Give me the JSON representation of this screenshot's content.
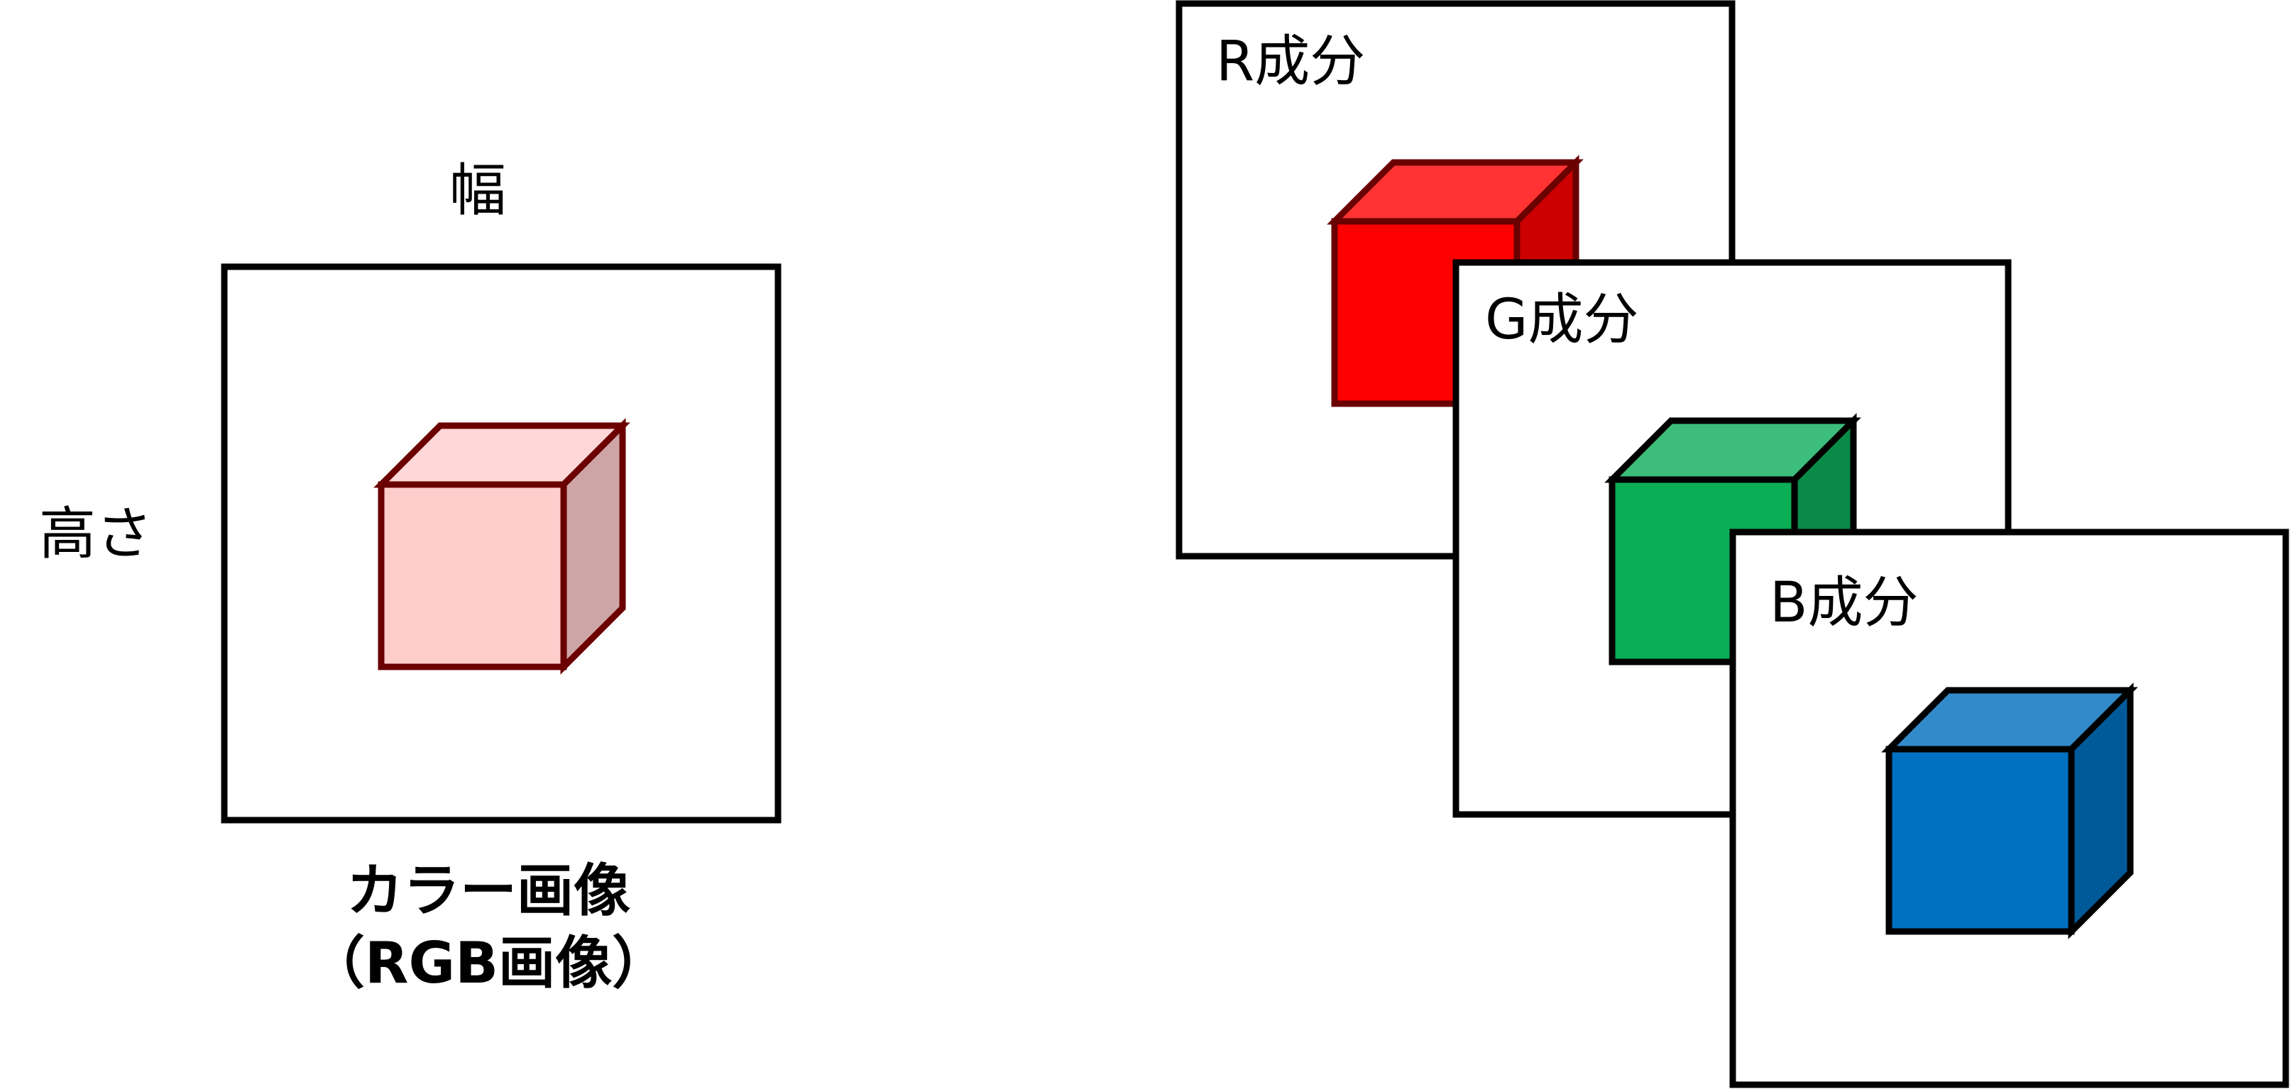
{
  "color_image": {
    "width_label": "幅",
    "height_label": "高さ",
    "caption_line1": "カラー画像",
    "caption_line2": "（RGB画像）",
    "cube_colors": {
      "front": "#FFCCCC",
      "top": "#FFD7D7",
      "side": "#CEA5A5",
      "stroke": "#6B0000"
    }
  },
  "components": [
    {
      "label": "R成分",
      "cube_colors": {
        "front": "#FF0000",
        "top": "#FF3333",
        "side": "#CC0000",
        "stroke": "#6B0000"
      }
    },
    {
      "label": "G成分",
      "cube_colors": {
        "front": "#0BAD55",
        "top": "#3CBE7A",
        "side": "#0A8A47",
        "stroke": "#000000"
      }
    },
    {
      "label": "B成分",
      "cube_colors": {
        "front": "#0070C0",
        "top": "#338ACB",
        "side": "#005A9A",
        "stroke": "#000000"
      }
    }
  ]
}
